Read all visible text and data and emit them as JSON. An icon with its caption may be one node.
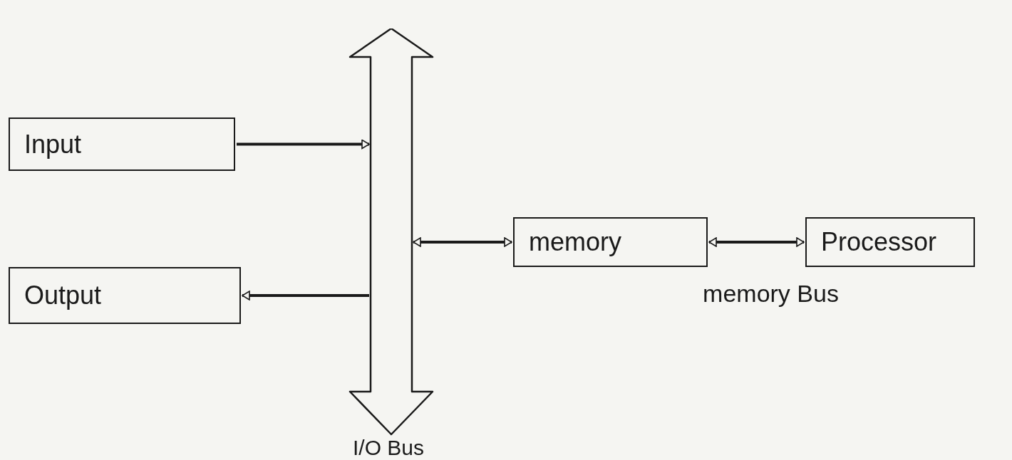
{
  "diagram": {
    "nodes": [
      {
        "text": [
          "Input"
        ]
      },
      {
        "text": [
          "Output"
        ]
      },
      {
        "text": [
          "I/O Bus"
        ]
      },
      {
        "text": [
          "memory"
        ]
      },
      {
        "text": [
          "Processor"
        ]
      }
    ],
    "edges": [
      {
        "from": 0,
        "to": 2,
        "arrow": "to"
      },
      {
        "from": 2,
        "to": 1,
        "arrow": "to"
      },
      {
        "from": 2,
        "to": 3,
        "arrow": "both"
      },
      {
        "from": 3,
        "to": 4,
        "arrow": "both",
        "label": "memory Bus"
      }
    ]
  }
}
